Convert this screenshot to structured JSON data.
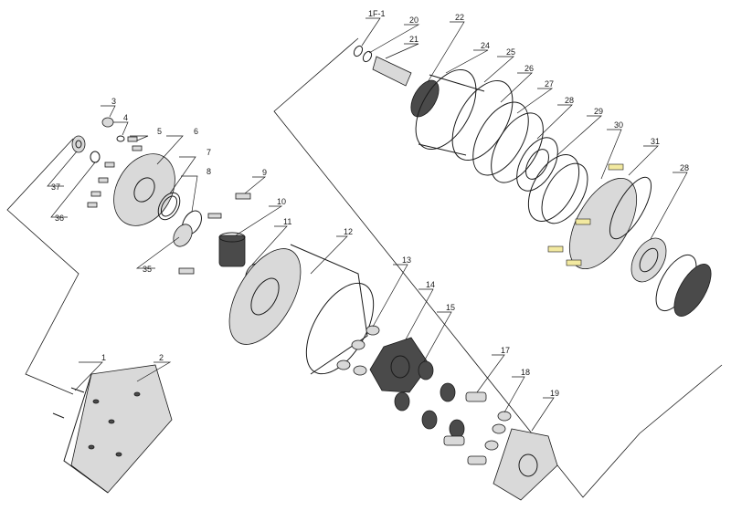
{
  "labels": [
    "1",
    "2",
    "3",
    "4",
    "5",
    "6",
    "7",
    "8",
    "9",
    "10",
    "11",
    "12",
    "13",
    "14",
    "15",
    "17",
    "18",
    "19",
    "1F-1",
    "20",
    "21",
    "22",
    "24",
    "25",
    "26",
    "27",
    "28",
    "29",
    "30",
    "31",
    "28",
    "35",
    "36",
    "37"
  ]
}
